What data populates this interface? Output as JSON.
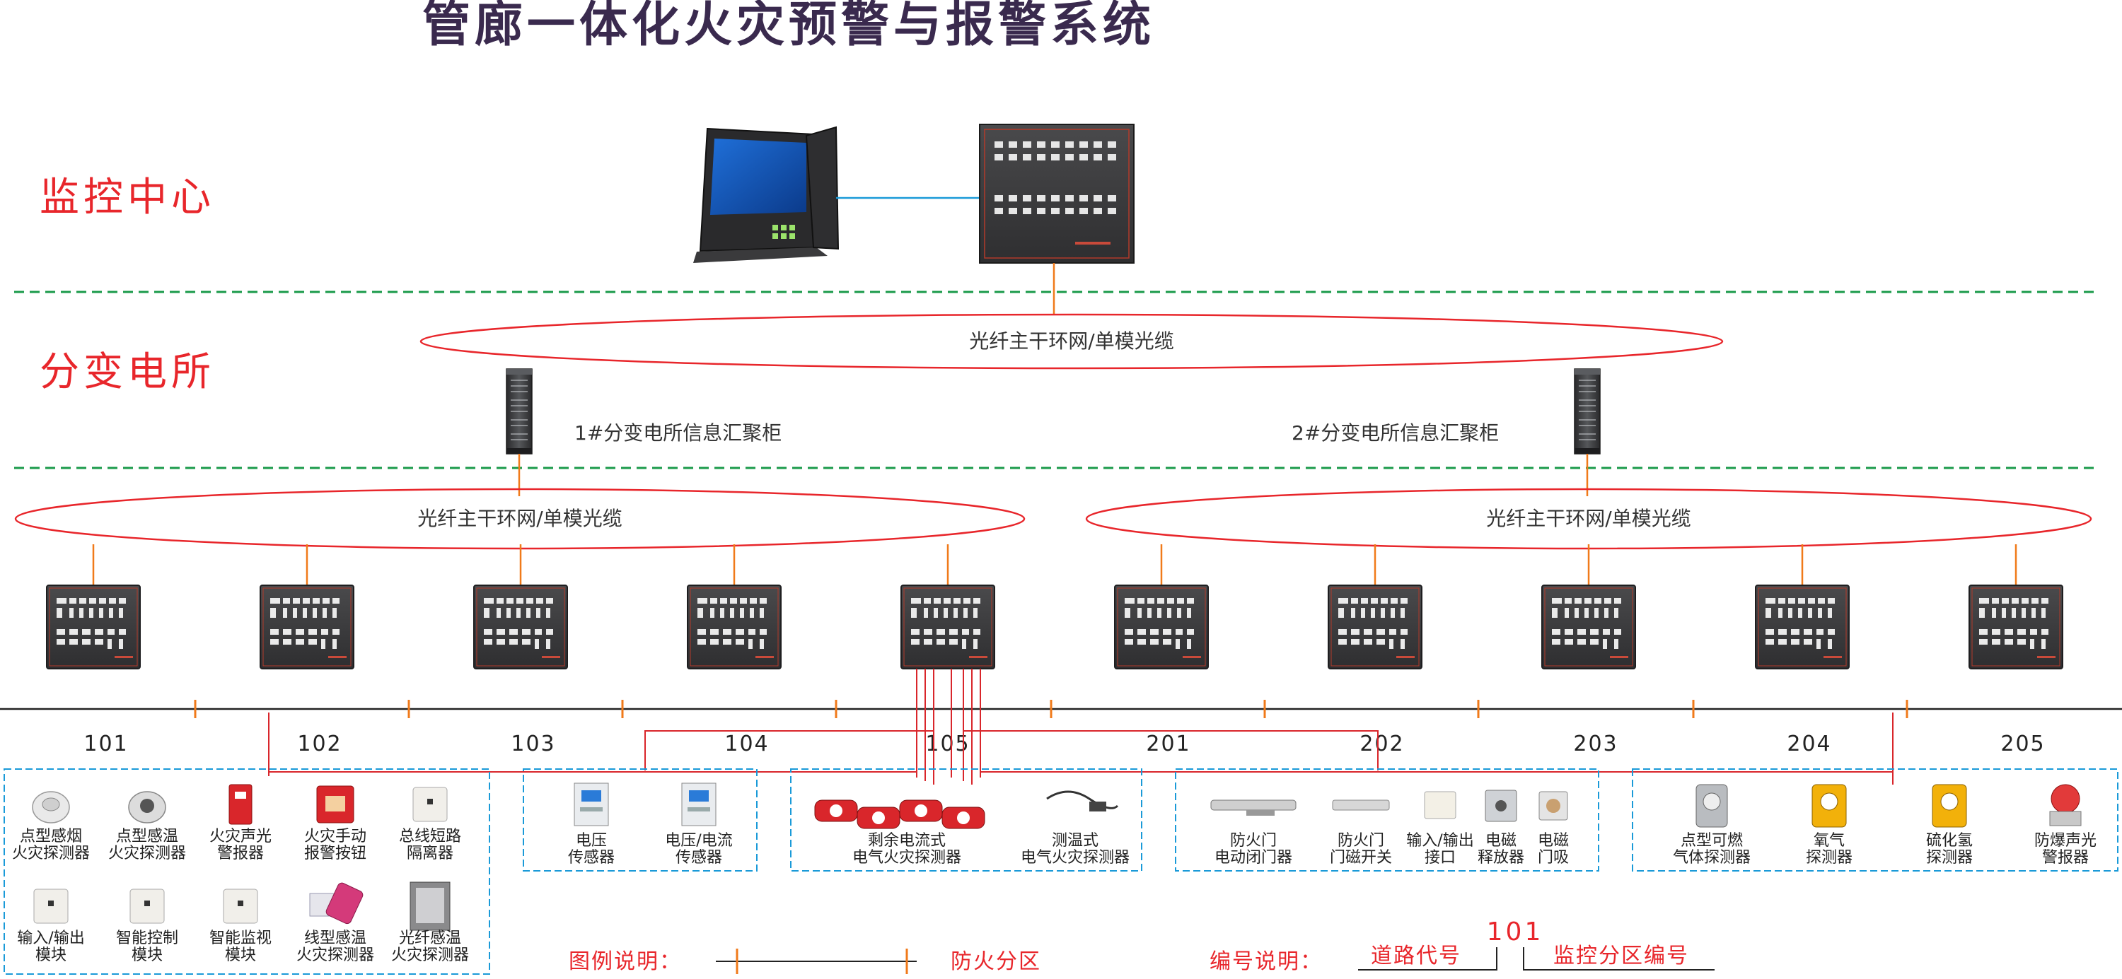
{
  "title": "管廊一体化火灾预警与报警系统",
  "colors": {
    "title": "#3a2a4e",
    "layer_label": "#e8262b",
    "fiber": "#e8262b",
    "feeder": "#f07a1a",
    "divider": "#1a9a4a",
    "legend_box": "#1a9ad8",
    "device_body": "#3b3b3d",
    "red_line": "#d9262b",
    "blue_link": "#1a9ad8"
  },
  "layers": {
    "monitor_center": "监控中心",
    "substation": "分变电所"
  },
  "rings": {
    "top": "光纤主干环网/单模光缆",
    "left": "光纤主干环网/单模光缆",
    "right": "光纤主干环网/单模光缆"
  },
  "cabinets": {
    "cab1": "1#分变电所信息汇聚柜",
    "cab2": "2#分变电所信息汇聚柜"
  },
  "zones": [
    "101",
    "102",
    "103",
    "104",
    "105",
    "201",
    "202",
    "203",
    "204",
    "205"
  ],
  "groups": {
    "g1": {
      "items": [
        {
          "label": [
            "点型感烟",
            "火灾探测器"
          ],
          "icon": "smoke-detector-icon"
        },
        {
          "label": [
            "点型感温",
            "火灾探测器"
          ],
          "icon": "heat-detector-icon"
        },
        {
          "label": [
            "火灾声光",
            "警报器"
          ],
          "icon": "alarm-sounder-icon"
        },
        {
          "label": [
            "火灾手动",
            "报警按钮"
          ],
          "icon": "manual-call-point-icon"
        },
        {
          "label": [
            "总线短路",
            "隔离器"
          ],
          "icon": "short-circuit-isolator-icon"
        },
        {
          "label": [
            "输入/输出",
            "模块"
          ],
          "icon": "io-module-icon"
        },
        {
          "label": [
            "智能控制",
            "模块"
          ],
          "icon": "control-module-icon"
        },
        {
          "label": [
            "智能监视",
            "模块"
          ],
          "icon": "monitor-module-icon"
        },
        {
          "label": [
            "线型感温",
            "火灾探测器"
          ],
          "icon": "linear-heat-detector-icon"
        },
        {
          "label": [
            "光纤感温",
            "火灾探测器"
          ],
          "icon": "fiber-heat-detector-icon"
        }
      ]
    },
    "g2": {
      "items": [
        {
          "label": [
            "电压",
            "传感器"
          ],
          "icon": "voltage-sensor-icon"
        },
        {
          "label": [
            "电压/电流",
            "传感器"
          ],
          "icon": "vc-sensor-icon"
        }
      ]
    },
    "g3": {
      "items": [
        {
          "label": [
            "剩余电流式",
            "电气火灾探测器"
          ],
          "icon": "residual-current-detector-icon"
        },
        {
          "label": [
            "测温式",
            "电气火灾探测器"
          ],
          "icon": "temperature-detector-icon"
        }
      ]
    },
    "g4": {
      "items": [
        {
          "label": [
            "防火门",
            "电动闭门器"
          ],
          "icon": "door-closer-icon"
        },
        {
          "label": [
            "防火门",
            "门磁开关"
          ],
          "icon": "door-magnet-switch-icon"
        },
        {
          "label": [
            "输入/输出",
            "接口"
          ],
          "icon": "io-interface-icon"
        },
        {
          "label": [
            "电磁",
            "释放器"
          ],
          "icon": "electromagnetic-release-icon"
        },
        {
          "label": [
            "电磁",
            "门吸"
          ],
          "icon": "door-holder-icon"
        }
      ]
    },
    "g5": {
      "items": [
        {
          "label": [
            "点型可燃",
            "气体探测器"
          ],
          "icon": "gas-detector-icon"
        },
        {
          "label": [
            "氧气",
            "探测器"
          ],
          "icon": "oxygen-detector-icon"
        },
        {
          "label": [
            "硫化氢",
            "探测器"
          ],
          "icon": "h2s-detector-icon"
        },
        {
          "label": [
            "防爆声光",
            "警报器"
          ],
          "icon": "explosion-proof-sounder-icon"
        }
      ]
    }
  },
  "legend": {
    "label": "图例说明：",
    "fire_zone": "防火分区",
    "numbering_label": "编号说明：",
    "road_code": "道路代号",
    "zone_number": "监控分区编号",
    "example": "101"
  }
}
